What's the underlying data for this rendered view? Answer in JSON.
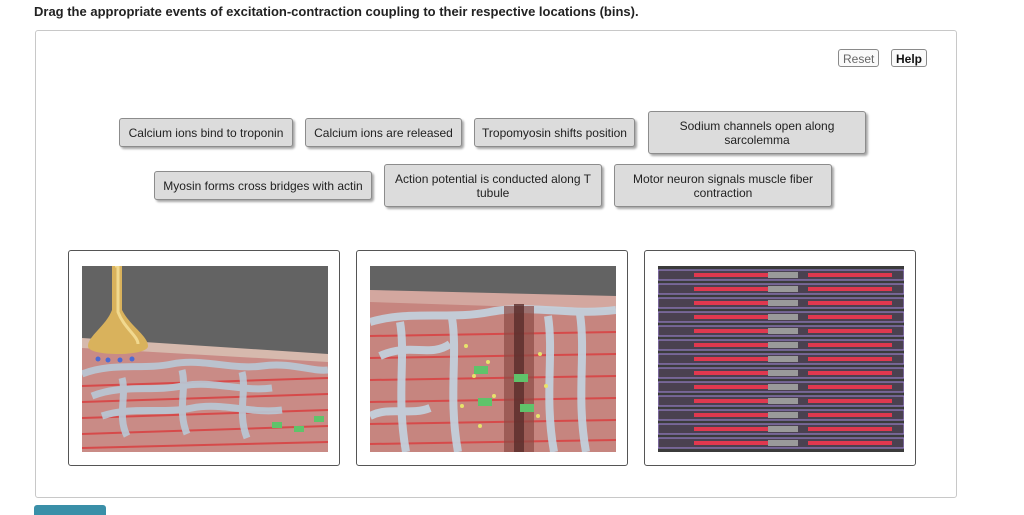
{
  "instruction": "Drag the appropriate events of excitation-contraction coupling to their respective locations (bins).",
  "toolbar": {
    "reset_label": "Reset",
    "help_label": "Help"
  },
  "chips": [
    {
      "id": "calcium-bind",
      "label": "Calcium ions bind to troponin"
    },
    {
      "id": "calcium-release",
      "label": "Calcium ions are released"
    },
    {
      "id": "tropomyosin-shift",
      "label": "Tropomyosin shifts position"
    },
    {
      "id": "sodium-channels",
      "label": "Sodium channels open along sarcolemma"
    },
    {
      "id": "myosin-bridges",
      "label": "Myosin forms cross bridges with actin"
    },
    {
      "id": "action-potential",
      "label": "Action potential is conducted along T tubule"
    },
    {
      "id": "motor-neuron",
      "label": "Motor neuron signals muscle fiber contraction"
    }
  ],
  "bins": [
    {
      "icon": "neuromuscular-junction-image"
    },
    {
      "icon": "t-tubule-sarcoplasmic-reticulum-image"
    },
    {
      "icon": "sarcomere-myofilaments-image"
    }
  ]
}
